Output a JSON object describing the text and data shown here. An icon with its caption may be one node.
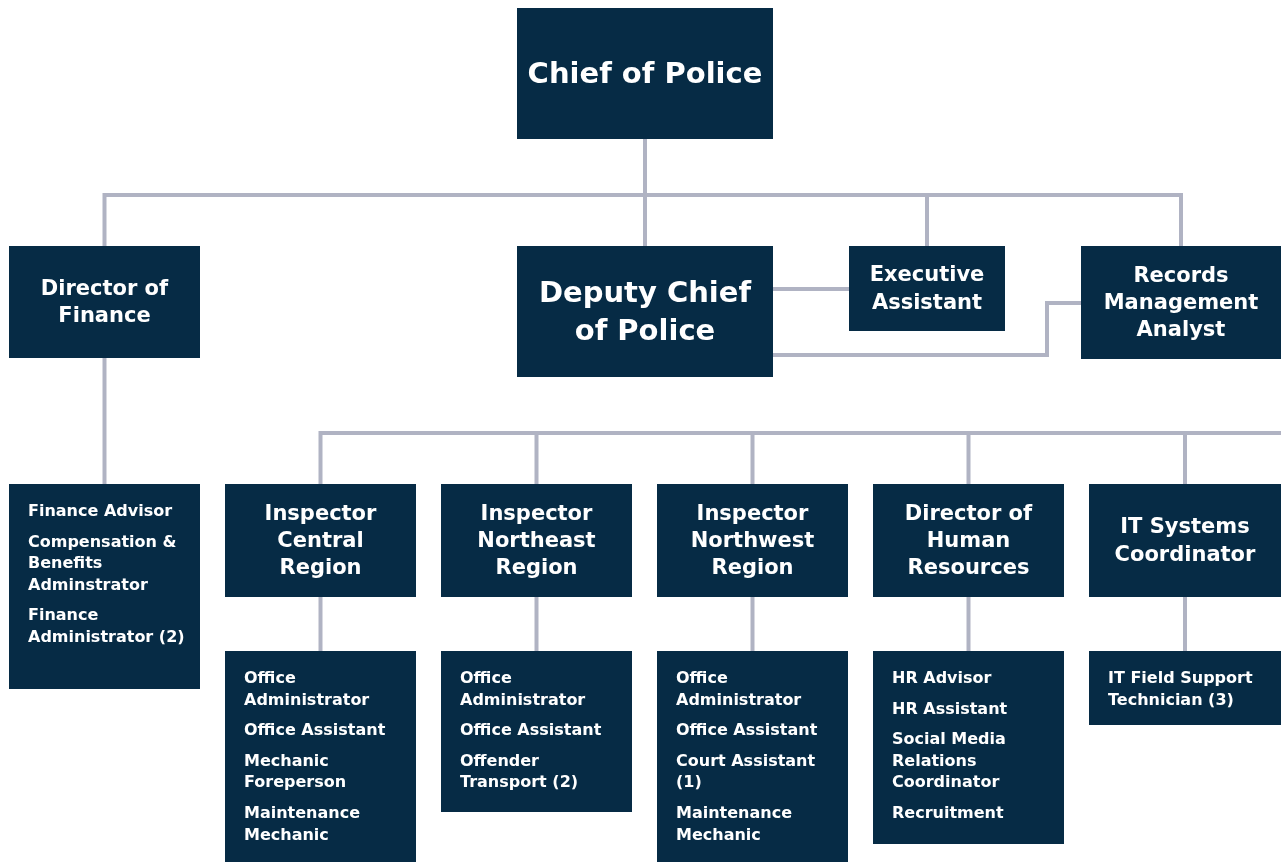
{
  "diagram": {
    "nodes": [
      {
        "text": [
          "Chief of Police"
        ]
      },
      {
        "text": [
          "Director of Finance"
        ]
      },
      {
        "text": [
          "Deputy Chief of Police"
        ]
      },
      {
        "text": [
          "Executive Assistant"
        ]
      },
      {
        "text": [
          "Records Management Analyst"
        ]
      },
      {
        "text": [
          "Finance Advisor",
          "Compensation & Benefits Adminstrator",
          "Finance Administrator (2)"
        ]
      },
      {
        "text": [
          "Inspector Central Region"
        ]
      },
      {
        "text": [
          "Inspector Northeast Region"
        ]
      },
      {
        "text": [
          "Inspector Northwest Region"
        ]
      },
      {
        "text": [
          "Director of Human Resources"
        ]
      },
      {
        "text": [
          "IT Systems Coordinator"
        ]
      },
      {
        "text": [
          "Office Administrator",
          "Office Assistant",
          "Mechanic Foreperson",
          "Maintenance Mechanic"
        ]
      },
      {
        "text": [
          "Office Administrator",
          "Office Assistant",
          "Offender Transport (2)"
        ]
      },
      {
        "text": [
          "Office Administrator",
          "Office Assistant",
          "Court Assistant (1)",
          "Maintenance Mechanic"
        ]
      },
      {
        "text": [
          "HR Advisor",
          "HR Assistant",
          "Social Media Relations Coordinator",
          "Recruitment"
        ]
      },
      {
        "text": [
          "IT Field Support Technician (3)"
        ]
      }
    ],
    "edges": [
      {
        "from": 0,
        "to": 1,
        "arrow": "none"
      },
      {
        "from": 0,
        "to": 2,
        "arrow": "none"
      },
      {
        "from": 0,
        "to": 3,
        "arrow": "none"
      },
      {
        "from": 0,
        "to": 4,
        "arrow": "none"
      },
      {
        "from": 2,
        "to": 3,
        "arrow": "none"
      },
      {
        "from": 2,
        "to": 4,
        "arrow": "none"
      },
      {
        "from": 1,
        "to": 5,
        "arrow": "none"
      },
      {
        "from": null,
        "to": 6,
        "arrow": "none"
      },
      {
        "from": null,
        "to": 7,
        "arrow": "none"
      },
      {
        "from": null,
        "to": 8,
        "arrow": "none"
      },
      {
        "from": null,
        "to": 9,
        "arrow": "none"
      },
      {
        "from": null,
        "to": 10,
        "arrow": "none"
      },
      {
        "from": 6,
        "to": 11,
        "arrow": "none"
      },
      {
        "from": 7,
        "to": 12,
        "arrow": "none"
      },
      {
        "from": 8,
        "to": 13,
        "arrow": "none"
      },
      {
        "from": 9,
        "to": 14,
        "arrow": "none"
      },
      {
        "from": 10,
        "to": 15,
        "arrow": "none"
      }
    ]
  }
}
